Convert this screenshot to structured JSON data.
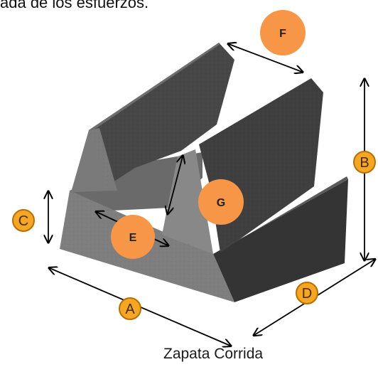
{
  "header_text": "ada de los esfuerzos.",
  "caption": "Zapata Corrida",
  "labels": {
    "A": "A",
    "B": "B",
    "C": "C",
    "D": "D",
    "E": "E",
    "F": "F",
    "G": "G"
  },
  "colors": {
    "concrete_top": "#5e5e5e",
    "concrete_front": "#828282",
    "concrete_side": "#333333",
    "dimension_badge": "#f5a623",
    "force_badge": "#f79646",
    "arrow": "#000000"
  }
}
